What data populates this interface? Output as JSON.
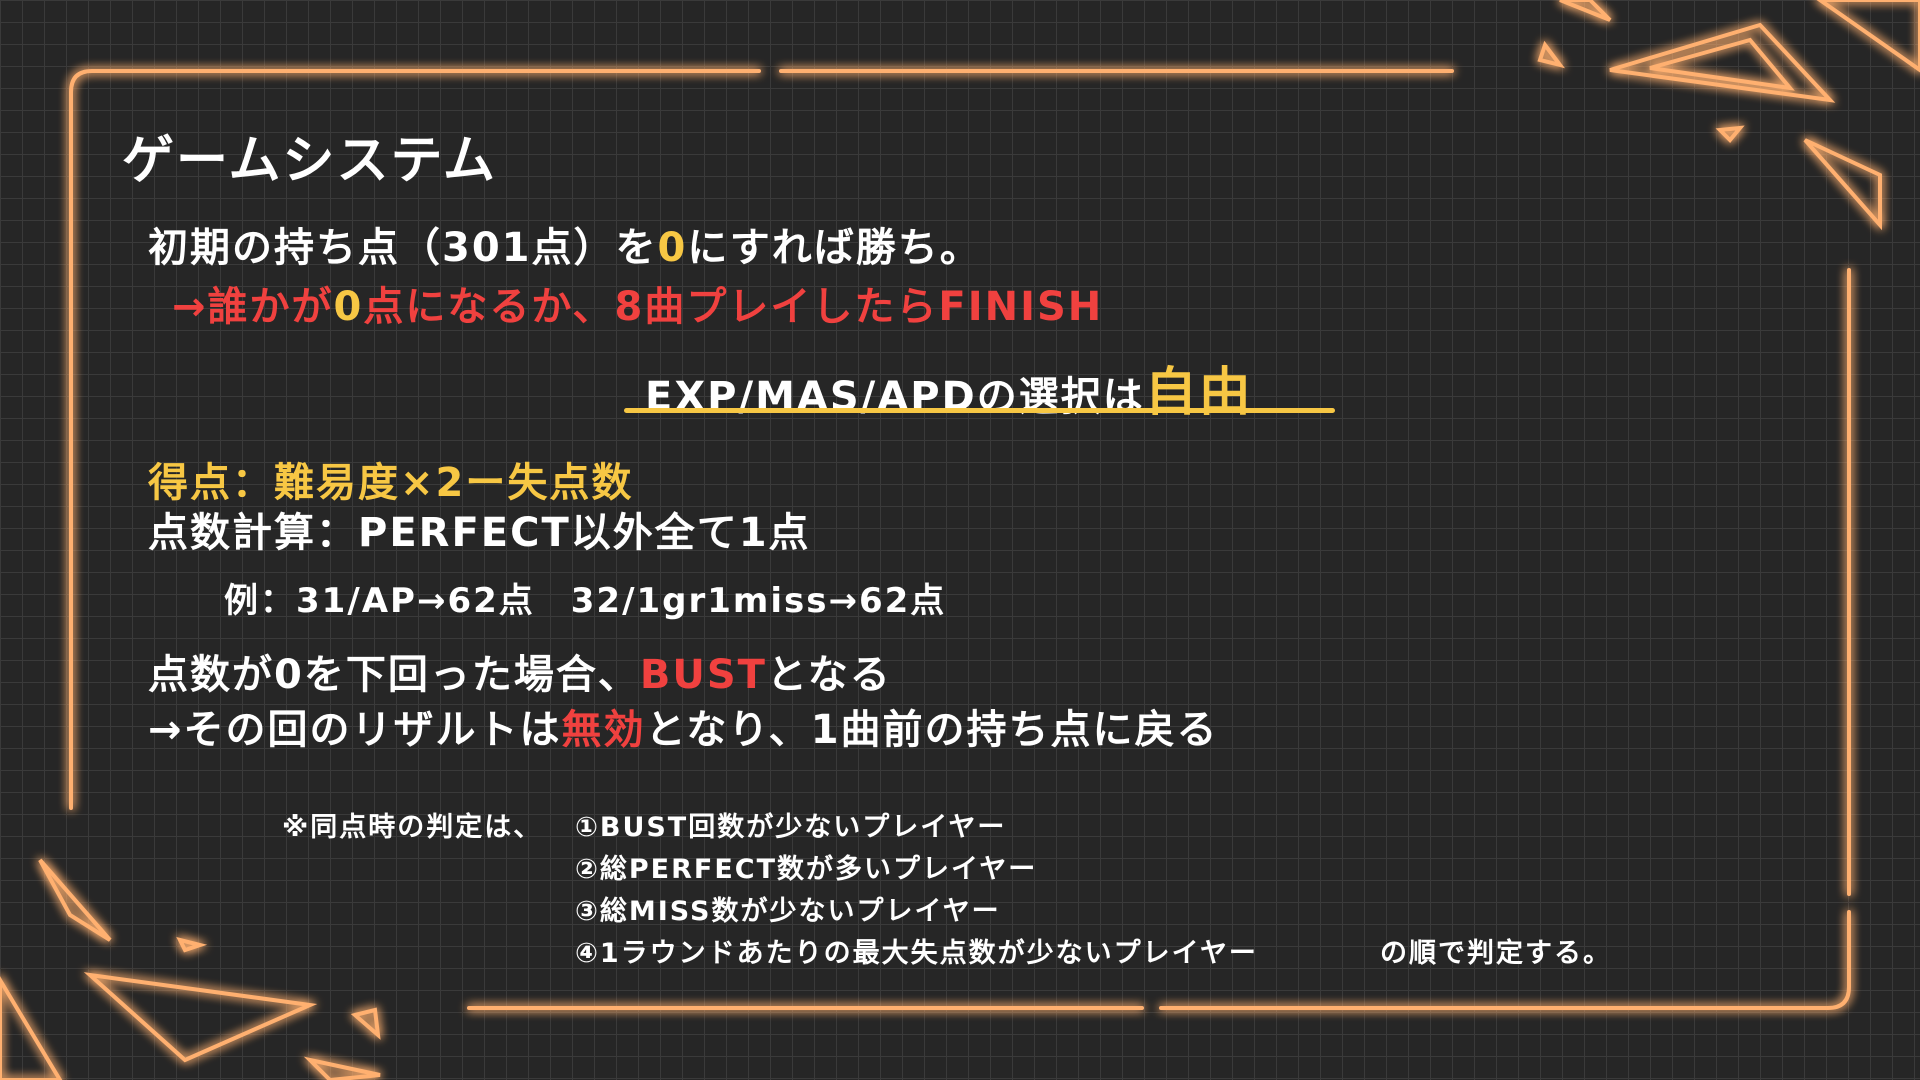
{
  "title": "ゲームシステム",
  "line1": {
    "a": "初期の持ち点（301点）を",
    "b": "0",
    "c": "にすれば勝ち。"
  },
  "line2": {
    "a": "→誰かが",
    "b": "0",
    "c": "点になるか、8曲プレイしたらFINISH"
  },
  "select": {
    "a": "EXP/MAS/APDの選択は",
    "b": "自由"
  },
  "score_formula": "得点：難易度×2ー失点数",
  "calc": "点数計算：PERFECT以外全て1点",
  "example": "例：31/AP→62点　32/1gr1miss→62点",
  "bust": {
    "a": "点数が0を下回った場合、",
    "b": "BUST",
    "c": "となる"
  },
  "bust2": {
    "a": "→その回のリザルトは",
    "b": "無効",
    "c": "となり、1曲前の持ち点に戻る"
  },
  "tie": {
    "lead": "※同点時の判定は、",
    "items": [
      "①BUST回数が少ないプレイヤー",
      "②総PERFECT数が多いプレイヤー",
      "③総MISS数が少ないプレイヤー",
      "④1ラウンドあたりの最大失点数が少ないプレイヤー"
    ],
    "tail": "の順で判定する。"
  },
  "colors": {
    "accent": "#f7c744",
    "alert": "#f0413f",
    "neon": "#ff9a4a"
  }
}
